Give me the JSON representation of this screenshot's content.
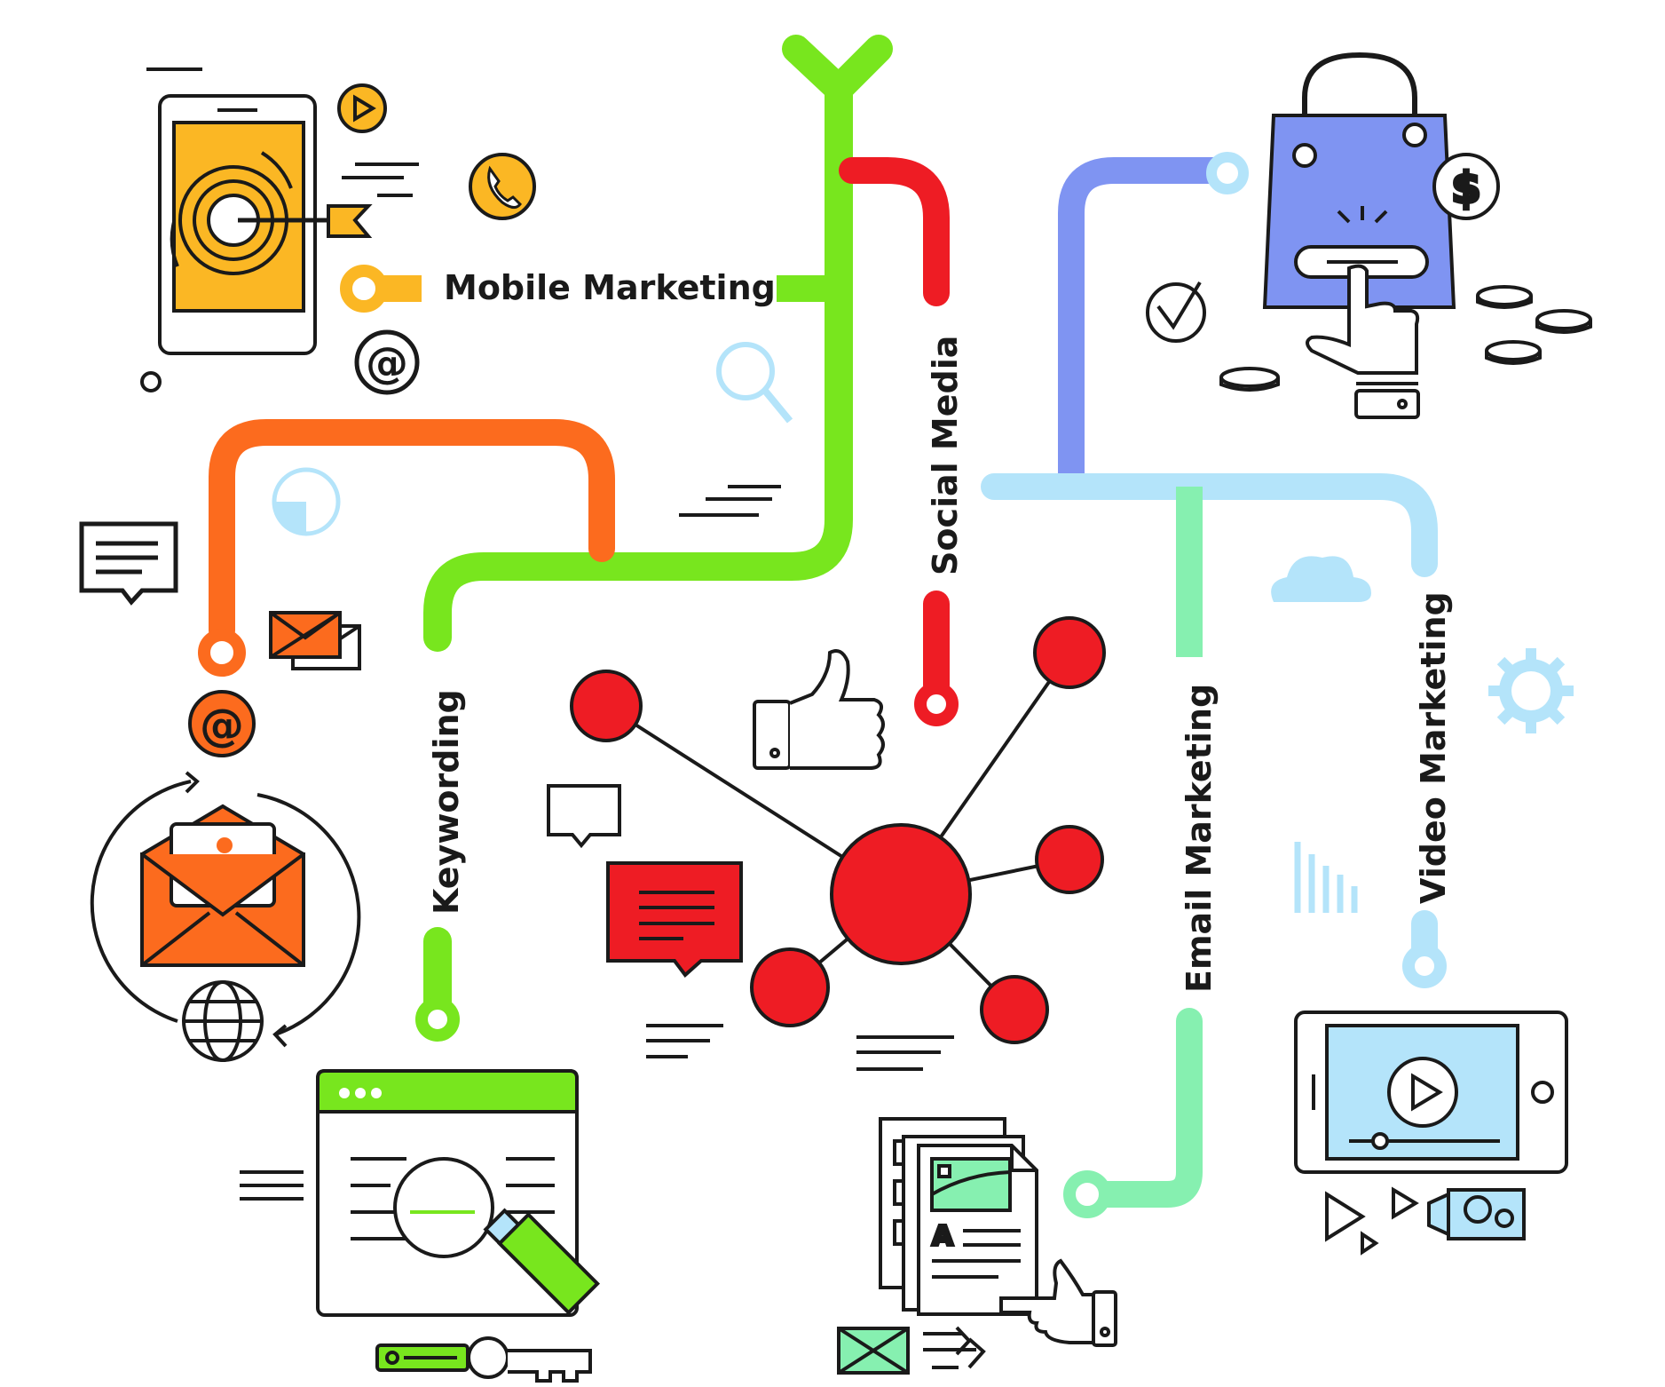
{
  "labels": {
    "mobile": "Mobile Marketing",
    "social": "Social Media",
    "keyword": "Keywording",
    "email": "Email Marketing",
    "video": "Video Marketing"
  },
  "glyphs": {
    "at": "@",
    "dollar": "$",
    "letter_a": "A"
  },
  "colors": {
    "green": "#78e61e",
    "red": "#ee1c24",
    "orange": "#fc6b1e",
    "blue": "#7f94f2",
    "lightblue": "#b4e4fa",
    "mint": "#86f0b0",
    "yellow": "#fbb724",
    "ink": "#1a1a1a"
  }
}
